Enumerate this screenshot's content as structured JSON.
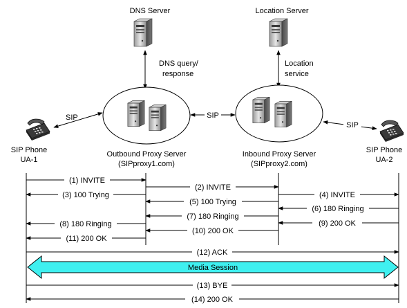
{
  "nodes": {
    "dns_server": "DNS Server",
    "location_server": "Location Server",
    "dns_query": [
      "DNS query/",
      "response"
    ],
    "location_service": [
      "Location",
      "service"
    ],
    "outbound_proxy": [
      "Outbound Proxy Server",
      "(SIPproxy1.com)"
    ],
    "inbound_proxy": [
      "Inbound Proxy Server",
      "(SIPproxy2.com)"
    ],
    "phone_1": [
      "SIP Phone",
      "UA-1"
    ],
    "phone_2": [
      "SIP Phone",
      "UA-2"
    ]
  },
  "sip_labels": [
    "SIP",
    "SIP",
    "SIP"
  ],
  "messages": {
    "m1": "(1) INVITE",
    "m2": "(2) INVITE",
    "m3": "(3) 100 Trying",
    "m4": "(4) INVITE",
    "m5": "(5) 100 Trying",
    "m6": "(6) 180 Ringing",
    "m7": "(7) 180 Ringing",
    "m8": "(8) 180 Ringing",
    "m9": "(9) 200 OK",
    "m10": "(10) 200 OK",
    "m11": "(11) 200 OK",
    "m12": "(12) ACK",
    "m13": "(13) BYE",
    "m14": "(14) 200 OK"
  },
  "media_session": "Media Session",
  "colors": {
    "media_fill": "#3ff0f0",
    "line": "#000000"
  }
}
